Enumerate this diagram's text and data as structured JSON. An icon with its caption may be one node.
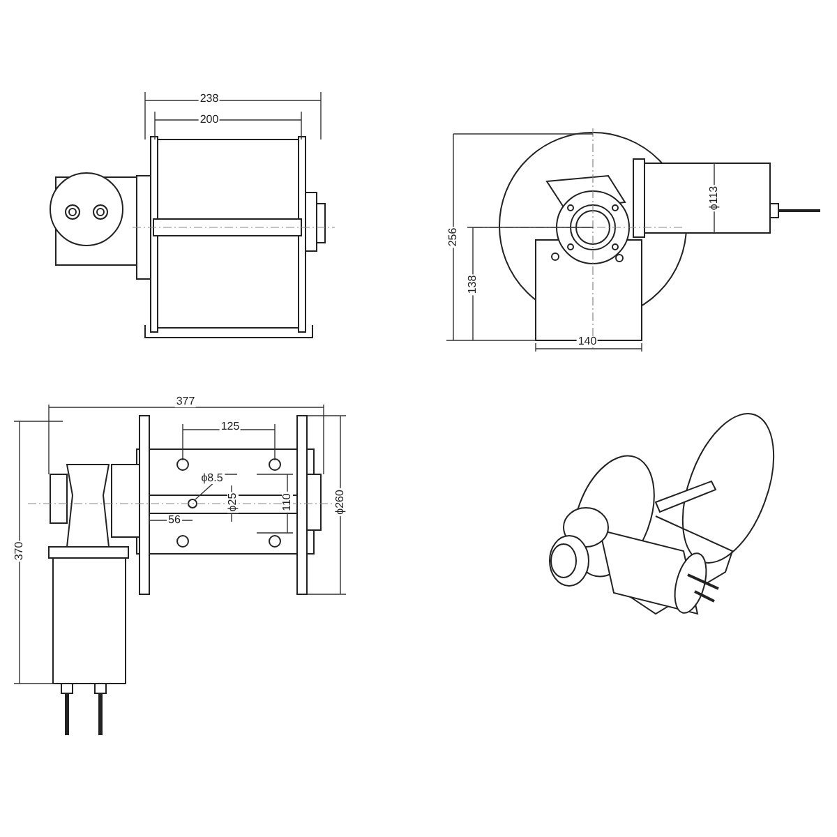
{
  "diagram": {
    "labels": [
      "238",
      "200",
      "256",
      "138",
      "140",
      "ϕ113",
      "377",
      "125",
      "ϕ8.5",
      "56",
      "ϕ25",
      "110",
      "ϕ260",
      "370"
    ]
  }
}
